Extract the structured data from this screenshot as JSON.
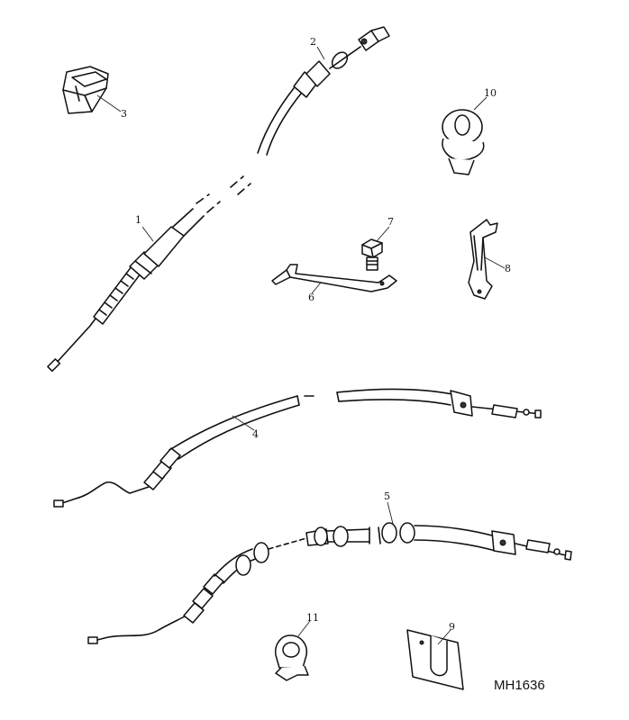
{
  "callouts": [
    "1",
    "2",
    "3",
    "4",
    "5",
    "6",
    "7",
    "8",
    "9",
    "10",
    "11"
  ],
  "figure_ref": "MH1636"
}
